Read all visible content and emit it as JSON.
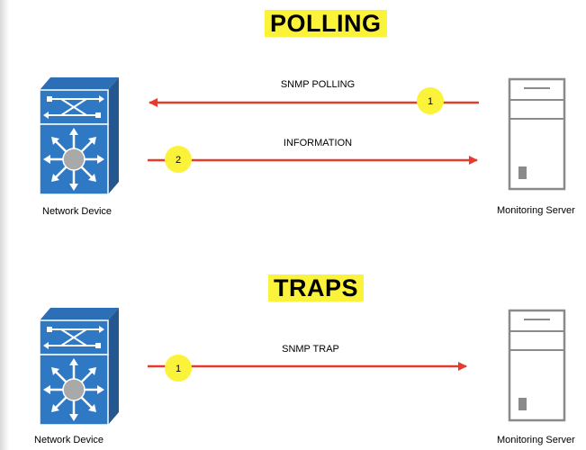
{
  "colors": {
    "highlight": "#fbf33a",
    "arrow": "#e33b2e",
    "device_blue": "#2d6fb7",
    "server_gray": "#8a8a8a"
  },
  "polling": {
    "title": "POLLING",
    "device_label": "Network Device",
    "server_label": "Monitoring Server",
    "device_icon": "network-switch-icon",
    "server_icon": "server-tower-icon",
    "arrows": [
      {
        "label": "SNMP POLLING",
        "direction": "to-device",
        "step": "1"
      },
      {
        "label": "INFORMATION",
        "direction": "to-server",
        "step": "2"
      }
    ]
  },
  "traps": {
    "title": "TRAPS",
    "device_label": "Network Device",
    "server_label": "Monitoring Server",
    "device_icon": "network-switch-icon",
    "server_icon": "server-tower-icon",
    "arrows": [
      {
        "label": "SNMP TRAP",
        "direction": "to-server",
        "step": "1"
      }
    ]
  }
}
